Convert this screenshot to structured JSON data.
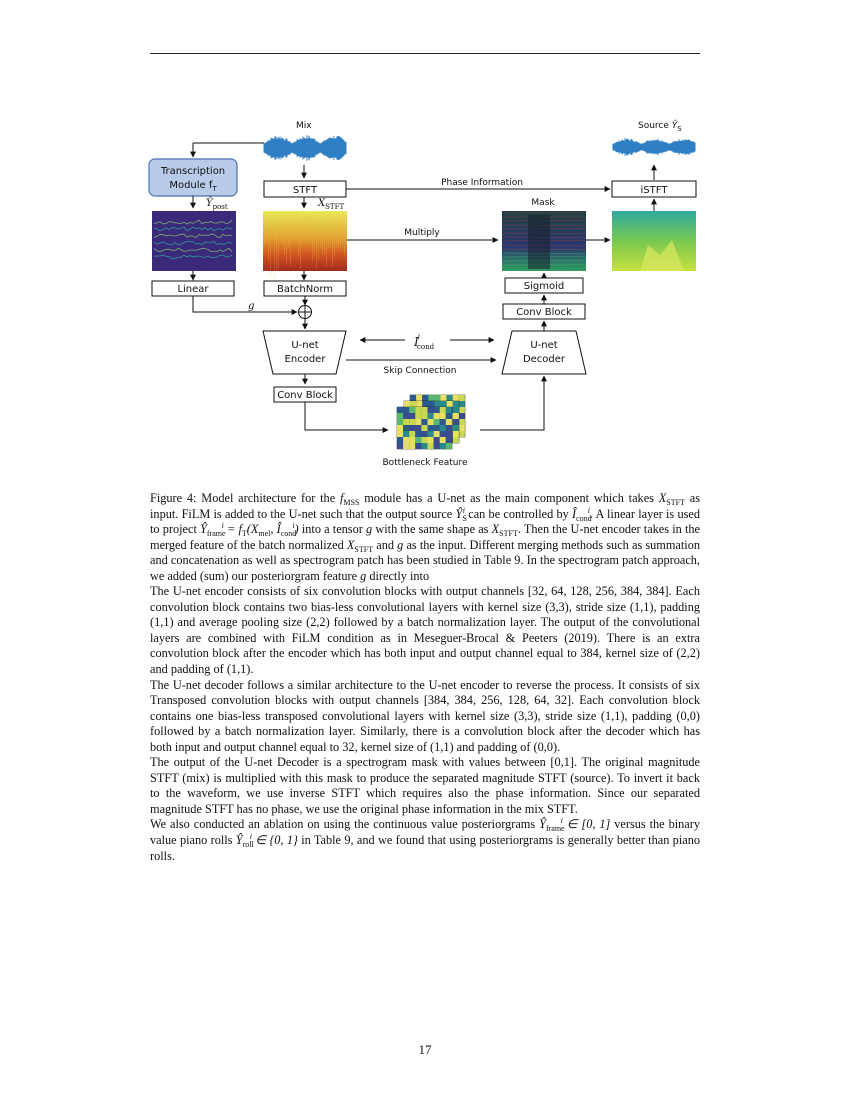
{
  "figure": {
    "mix_label": "Mix",
    "source_label": "Source",
    "source_sym": "Ŷ",
    "source_sub": "S",
    "transcription_line1": "Transcription",
    "transcription_line2": "Module f",
    "transcription_sub": "T",
    "stft": "STFT",
    "istft": "iSTFT",
    "phase_info": "Phase Information",
    "post_sym": "Ŷ",
    "post_sub": "post",
    "xstft_sym": "X",
    "xstft_sub": "STFT",
    "mask": "Mask",
    "multiply": "Multiply",
    "linear": "Linear",
    "batchnorm": "BatchNorm",
    "sigmoid": "Sigmoid",
    "conv_block": "Conv Block",
    "g": "g",
    "unet": "U-net",
    "encoder": "Encoder",
    "decoder": "Decoder",
    "icond_sym": "I",
    "icond_sup": "i",
    "icond_sub": "cond",
    "skip": "Skip Connection",
    "bottleneck": "Bottleneck Feature",
    "colors": {
      "transcription_fill": "#b8cbe8",
      "transcription_border": "#4a70b0",
      "wave": "#2f7fc4",
      "heatmap_low": "#3b4d8f",
      "heatmap_high": "#d6e04a"
    }
  },
  "caption": {
    "t1": "Figure 4: Model architecture for the ",
    "m_fmss": "f",
    "m_fmss_sub": "MSS",
    "t2": " module has a U-net as the main component which takes ",
    "m_x": "X",
    "m_x_sub": "STFT",
    "t3": " as input. FiLM is added to the U-net such that the output source ",
    "m_ys": "Ŷ",
    "m_ys_sub": "S",
    "m_ys_sup": "i",
    "t4": " can be controlled by ",
    "m_ic": "Î",
    "m_ic_sub": "cond",
    "m_ic_sup": "i",
    "t5": ". A linear layer is used to project ",
    "m_yf": "Ŷ",
    "m_yf_sub": "frame",
    "m_yf_sup": "i",
    "m_eq": " = f",
    "m_eq_sub": "T",
    "m_args": "(X",
    "m_args_sub": "mel",
    "m_args2": ", Î",
    "m_args2_sub": "cond",
    "m_args2_sup": "i",
    "m_args3": ")",
    "t6": " into a tensor ",
    "m_g": "g",
    "t7": " with the same shape as ",
    "m_x2": "X",
    "m_x2_sub": "STFT",
    "t8": ". Then the U-net encoder takes in the merged feature of the batch normalized ",
    "m_x3": "X",
    "m_x3_sub": "STFT",
    "t9": " and ",
    "m_g2": "g",
    "t10": " as the input. Different merging methods such as summation and concatenation as well as spectrogram patch has been studied in Table 9. In the spectrogram patch approach, we added (sum) our posteriorgram feature ",
    "m_g3": "g",
    "t11": " directly into"
  },
  "paragraphs": {
    "p1": "The U-net encoder consists of six convolution blocks with output channels [32, 64, 128, 256, 384, 384]. Each convolution block contains two bias-less convolutional layers with kernel size (3,3), stride size (1,1), padding (1,1) and average pooling size (2,2) followed by a batch normalization layer. The output of the convolutional layers are combined with FiLM condition as in Meseguer-Brocal & Peeters (2019). There is an extra convolution block after the encoder which has both input and output channel equal to 384, kernel size of (2,2) and padding of (1,1).",
    "p2": "The U-net decoder follows a similar architecture to the U-net encoder to reverse the process. It consists of six Transposed convolution blocks with output channels [384, 384, 256, 128, 64, 32]. Each convolution block contains one bias-less transposed convolutional layers with kernel size (3,3), stride size (1,1), padding (0,0) followed by a batch normalization layer. Similarly, there is a convolution block after the decoder which has both input and output channel equal to 32, kernel size of (1,1) and padding of (0,0).",
    "p3": "The output of the U-net Decoder is a spectrogram mask with values between [0,1]. The original magnitude STFT (mix) is multiplied with this mask to produce the separated magnitude STFT (source). To invert it back to the waveform, we use inverse STFT which requires also the phase information. Since our separated magnitude STFT has no phase, we use the original phase information in the mix STFT.",
    "p4a": "We also conducted an ablation on using the continuous value posteriorgrams ",
    "p4_m1": "Ŷ",
    "p4_m1_sub": "frame",
    "p4_m1_sup": "i",
    "p4_m1_rest": " ∈ [0, 1]",
    "p4b": " versus the binary value piano rolls ",
    "p4_m2": "Ŷ",
    "p4_m2_sub": "roll",
    "p4_m2_sup": "i",
    "p4_m2_rest": " ∈ {0, 1}",
    "p4c": " in Table 9, and we found that using posteriorgrams is generally better than piano rolls."
  },
  "page_number": "17"
}
